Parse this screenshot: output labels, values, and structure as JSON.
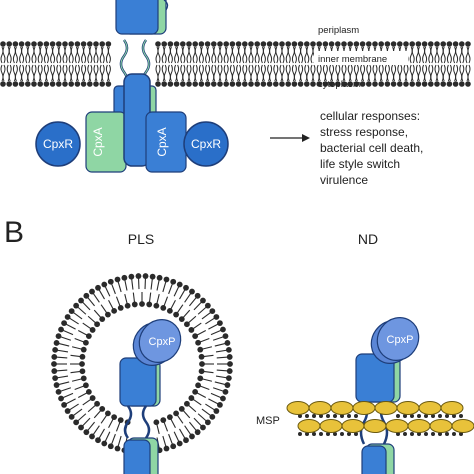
{
  "panel_b": {
    "letter": "B",
    "pls_title": "PLS",
    "nd_title": "ND"
  },
  "membrane_labels": {
    "periplasm": "periplasm",
    "inner_membrane": "inner membrane",
    "cytoplasm": "cytoplasm"
  },
  "proteins": {
    "cpxr_left": "CpxR",
    "cpxr_right": "CpxR",
    "cpxa_left": "CpxA",
    "cpxa_right": "CpxA",
    "cpxp_pls": "CpxP",
    "cpxp_nd": "CpxP",
    "msp": "MSP"
  },
  "responses": {
    "lines": [
      "cellular responses:",
      "stress response,",
      "bacterial cell death,",
      "life style switch",
      "virulence"
    ]
  },
  "colors": {
    "protein_blue": "#3a7fd5",
    "protein_green": "#8fd6a4",
    "cpxr_blue": "#2a6fc9",
    "cpxp_blue": "#5b86d6",
    "msp_yellow": "#e8c23a",
    "lipid": "#2b2b2b"
  }
}
